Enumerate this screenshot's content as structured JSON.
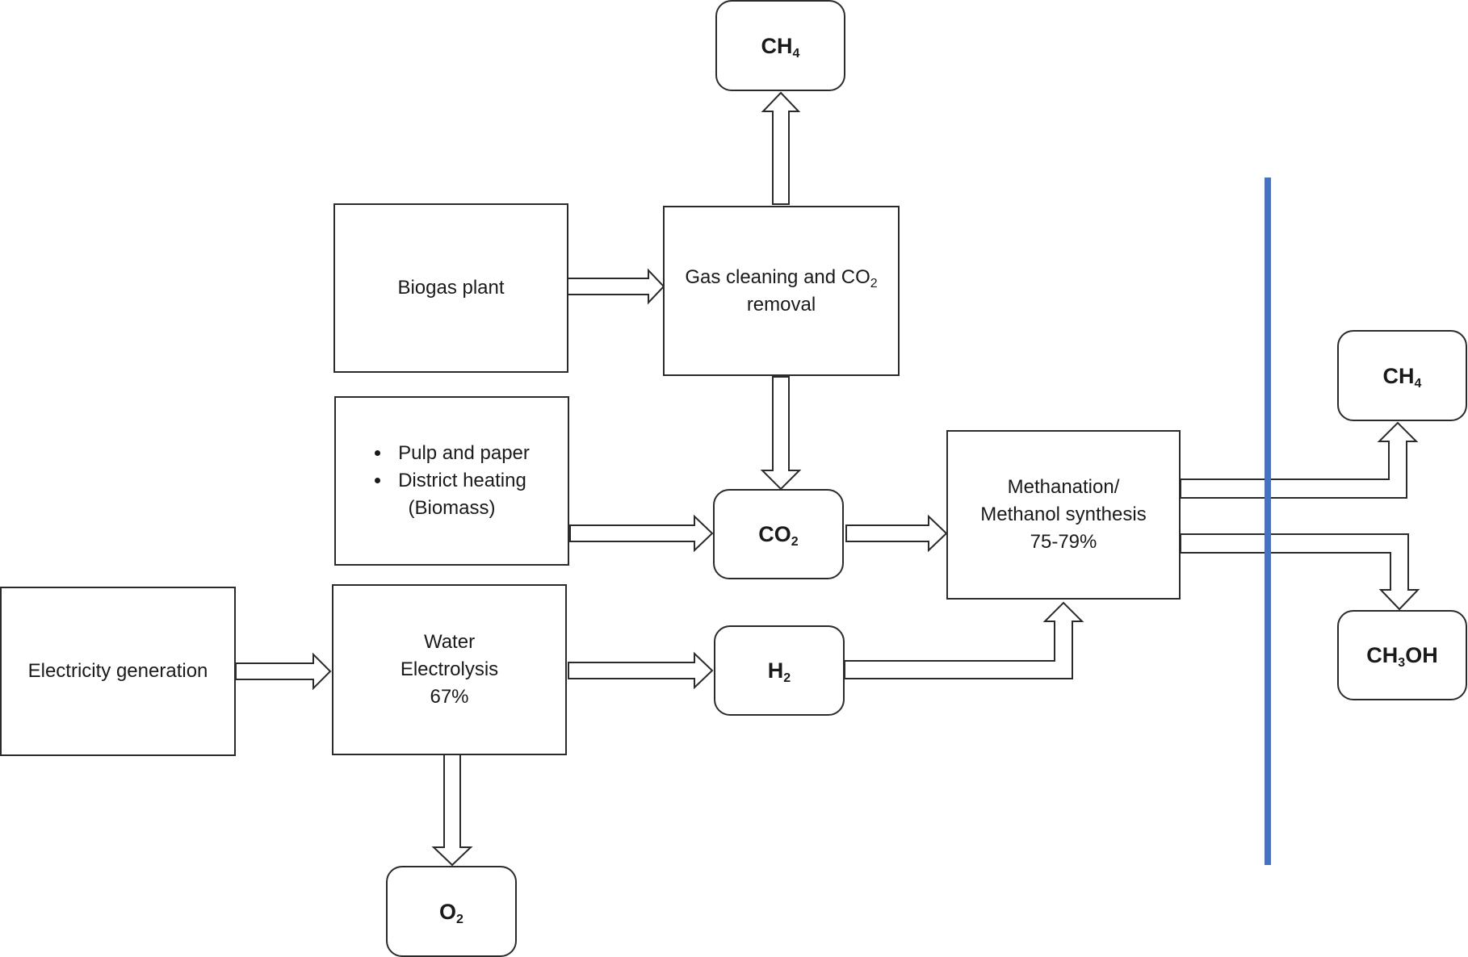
{
  "nodes": {
    "biogas_plant": "Biogas plant",
    "gas_cleaning": {
      "line1": "Gas cleaning and CO",
      "sub": "2",
      "line2": "removal"
    },
    "pulp_district": {
      "items": [
        "Pulp and paper",
        "District heating"
      ],
      "note": "(Biomass)"
    },
    "electricity": "Electricity generation",
    "electrolysis": {
      "line1": "Water",
      "line2": "Electrolysis",
      "efficiency": "67%"
    },
    "methanation": {
      "line1": "Methanation/",
      "line2": "Methanol synthesis",
      "efficiency": "75-79%"
    },
    "ch4_top": {
      "base": "CH",
      "sub": "4"
    },
    "co2": {
      "base": "CO",
      "sub": "2"
    },
    "h2": {
      "base": "H",
      "sub": "2"
    },
    "o2": {
      "base": "O",
      "sub": "2"
    },
    "ch4_right": {
      "base": "CH",
      "sub": "4"
    },
    "ch3oh": {
      "base": "CH",
      "sub": "3",
      "tail": "OH"
    }
  },
  "colors": {
    "divider": "#4472c4",
    "stroke": "#2b2b2b"
  }
}
